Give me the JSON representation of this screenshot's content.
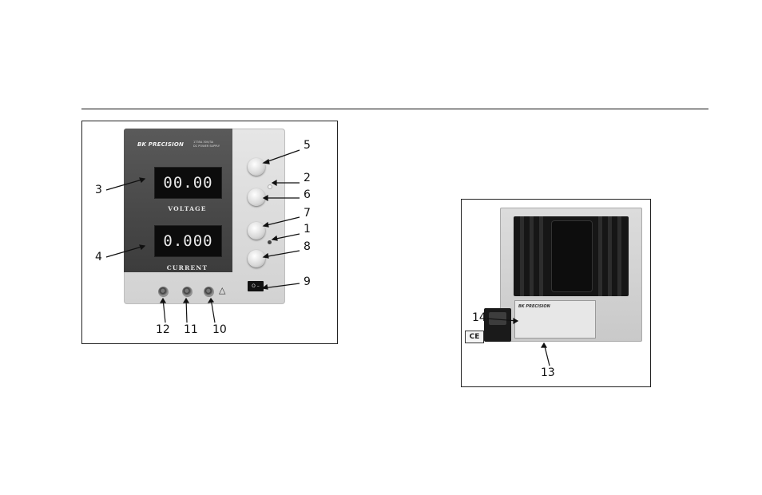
{
  "front_figure": {
    "brand": "BK PRECISION",
    "model_line_1": "1735A 30V/3A",
    "model_line_2": "DC POWER SUPPLY",
    "voltage_display": "00.00",
    "current_display": "0.000",
    "voltage_label": "VOLTAGE",
    "current_label": "CURRENT",
    "callouts": {
      "c1": "1",
      "c2": "2",
      "c3": "3",
      "c4": "4",
      "c5": "5",
      "c6": "6",
      "c7": "7",
      "c8": "8",
      "c9": "9",
      "c10": "10",
      "c11": "11",
      "c12": "12"
    }
  },
  "rear_figure": {
    "sticker_brand": "BK PRECISION",
    "ce_mark": "CE",
    "callouts": {
      "c13": "13",
      "c14": "14"
    }
  },
  "colors": {
    "rule": "#111111",
    "figure_border": "#222222",
    "panel": "#dcdcdc",
    "display_block": "#4a4a4a"
  }
}
